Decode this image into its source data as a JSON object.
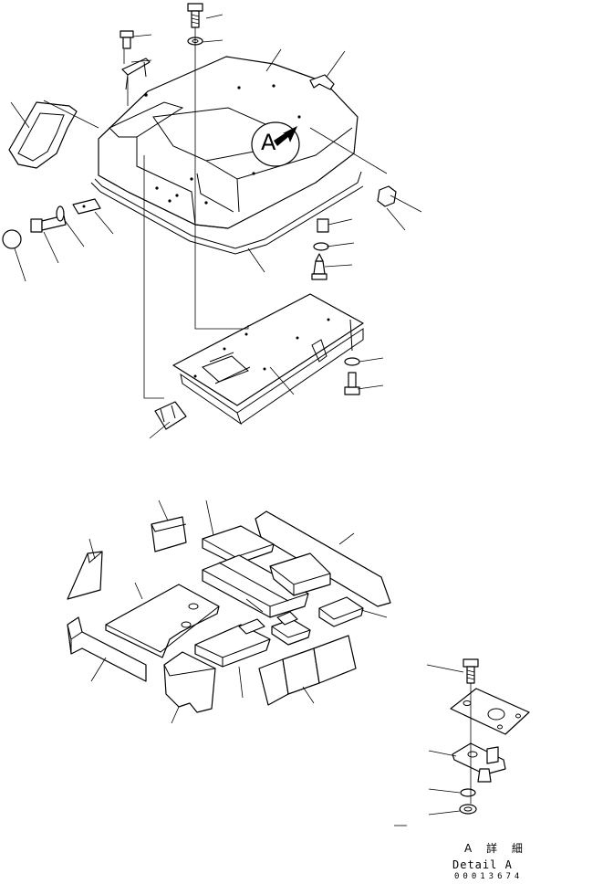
{
  "drawing": {
    "view_marker": "A",
    "detail_label_jp": "A 詳 細",
    "detail_label_en": "Detail A",
    "drawing_number": "00013674"
  }
}
